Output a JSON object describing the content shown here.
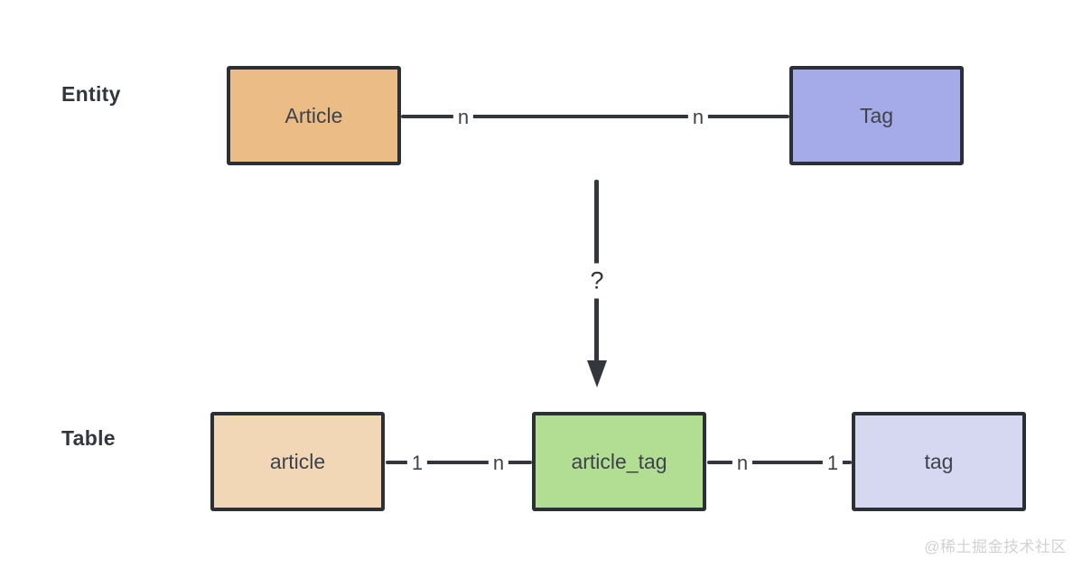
{
  "diagram": {
    "entity_row": {
      "label": "Entity",
      "boxes": [
        {
          "name": "Article",
          "fill": "#ecbc87"
        },
        {
          "name": "Tag",
          "fill": "#a5aae8"
        }
      ],
      "relation": {
        "from": "Article",
        "to": "Tag",
        "left_cardinality": "n",
        "right_cardinality": "n"
      }
    },
    "mapping_arrow": {
      "label": "?"
    },
    "table_row": {
      "label": "Table",
      "boxes": [
        {
          "name": "article",
          "fill": "#f2d7b7"
        },
        {
          "name": "article_tag",
          "fill": "#b2de94"
        },
        {
          "name": "tag",
          "fill": "#d6d8f2"
        }
      ],
      "relations": [
        {
          "from": "article",
          "to": "article_tag",
          "left_cardinality": "1",
          "right_cardinality": "n"
        },
        {
          "from": "article_tag",
          "to": "tag",
          "left_cardinality": "n",
          "right_cardinality": "1"
        }
      ]
    },
    "colors": {
      "box_border": "#2b2f36",
      "line": "#33373d",
      "text": "#3e434a",
      "entity_article_fill": "#ecbc87",
      "entity_tag_fill": "#a5aae8",
      "table_article_fill": "#f2d7b7",
      "table_article_tag_fill": "#b2de94",
      "table_tag_fill": "#d6d8f2",
      "watermark": "#d2d2d2"
    }
  },
  "watermark": {
    "text": "@稀土掘金技术社区"
  }
}
